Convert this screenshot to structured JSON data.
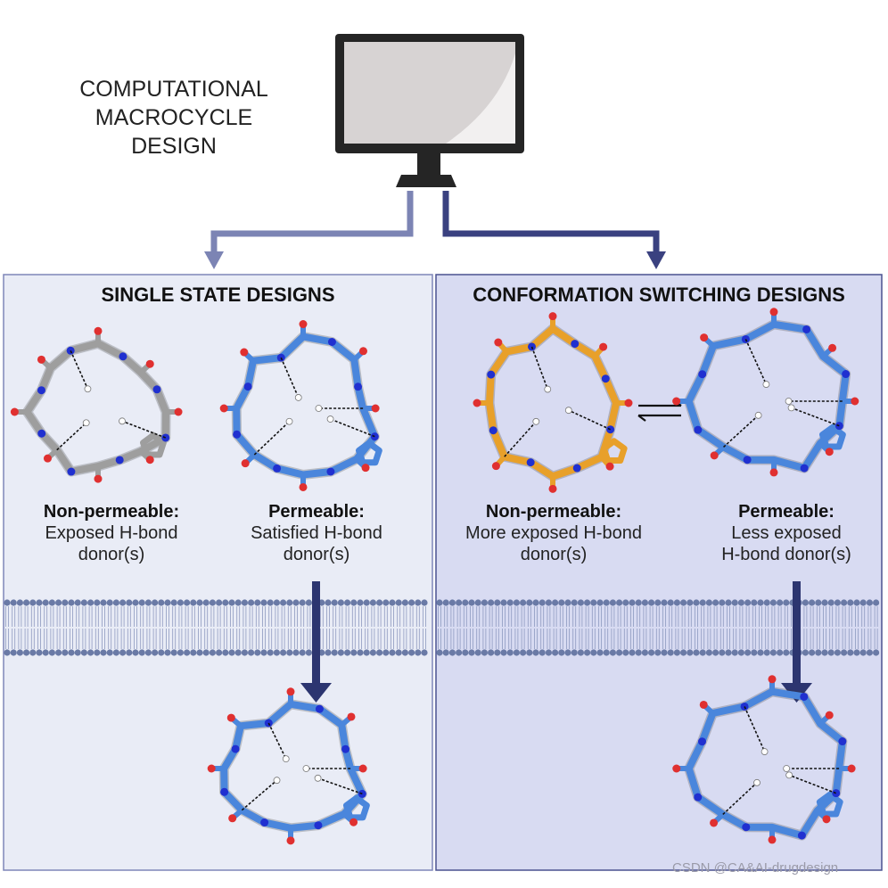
{
  "header": {
    "title_lines": [
      "COMPUTATIONAL",
      "MACROCYCLE",
      "DESIGN"
    ]
  },
  "left_panel": {
    "title": "SINGLE STATE DESIGNS",
    "molecules": [
      {
        "label_bold": "Non-permeable:",
        "label_lines": [
          "Exposed H-bond",
          "donor(s)"
        ]
      },
      {
        "label_bold": "Permeable:",
        "label_lines": [
          "Satisfied H-bond",
          "donor(s)"
        ]
      }
    ]
  },
  "right_panel": {
    "title": "CONFORMATION SWITCHING DESIGNS",
    "molecules": [
      {
        "label_bold": "Non-permeable:",
        "label_lines": [
          "More exposed H-bond",
          "donor(s)"
        ]
      },
      {
        "label_bold": "Permeable:",
        "label_lines": [
          "Less exposed",
          "H-bond donor(s)"
        ]
      }
    ]
  },
  "watermark": "CSDN @CA&AI-drugdesign",
  "colors": {
    "panel_left_bg": "#e9ecf6",
    "panel_right_bg": "#d8dbf2",
    "arrow_left": "#7c84b4",
    "arrow_right": "#3a4180",
    "membrane": "#6a7aa6",
    "molecule_gray": "#9e9e9e",
    "molecule_blue": "#4a86dc",
    "molecule_orange": "#e8a02a",
    "oxygen": "#e03030",
    "nitrogen": "#2030d0"
  },
  "icons": [
    "computer-monitor-icon",
    "equilibrium-arrows-icon",
    "lipid-bilayer-icon",
    "macrocycle-molecule-icon"
  ]
}
